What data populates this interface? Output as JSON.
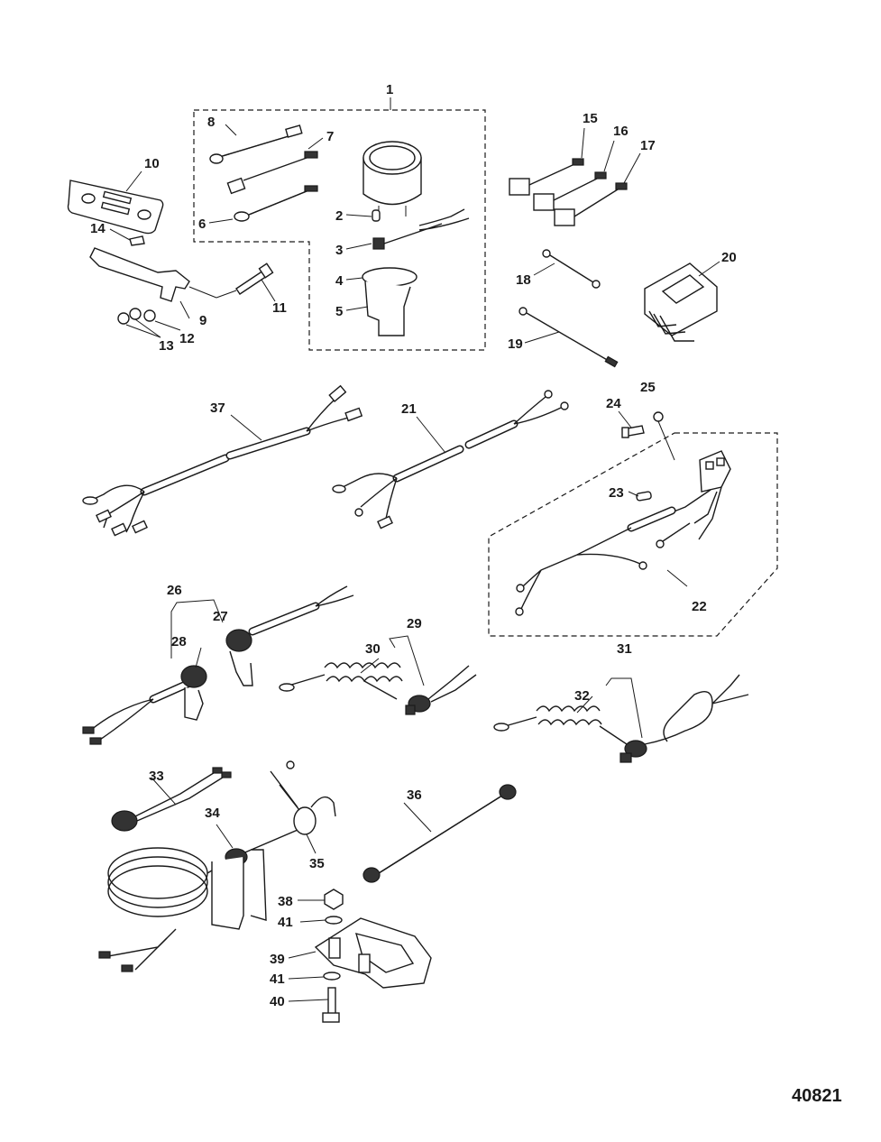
{
  "figure_number": "40821",
  "part_numbers": {
    "p1": "1",
    "p2": "2",
    "p3": "3",
    "p4": "4",
    "p5": "5",
    "p6": "6",
    "p7": "7",
    "p8": "8",
    "p9": "9",
    "p10": "10",
    "p11": "11",
    "p12": "12",
    "p13": "13",
    "p14": "14",
    "p15": "15",
    "p16": "16",
    "p17": "17",
    "p18": "18",
    "p19": "19",
    "p20": "20",
    "p21": "21",
    "p22": "22",
    "p23": "23",
    "p24": "24",
    "p25": "25",
    "p26": "26",
    "p27": "27",
    "p28": "28",
    "p29": "29",
    "p30": "30",
    "p31": "31",
    "p32": "32",
    "p33": "33",
    "p34": "34",
    "p35": "35",
    "p36": "36",
    "p37": "37",
    "p38": "38",
    "p39": "39",
    "p40": "40",
    "p41a": "41",
    "p41b": "41"
  }
}
